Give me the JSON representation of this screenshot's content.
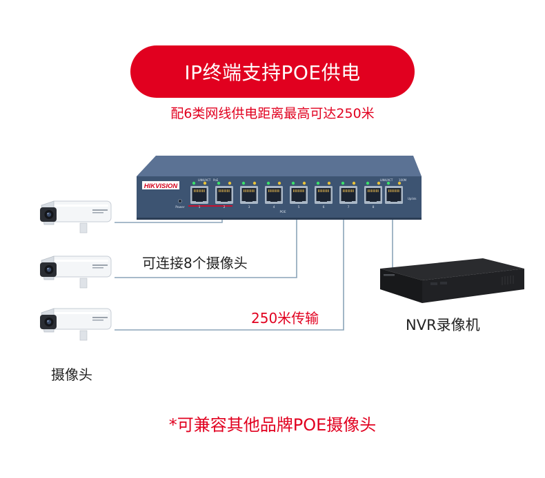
{
  "header": {
    "title": "IP终端支持POE供电",
    "subtitle": "配6类网线供电距离最高可达250米"
  },
  "switch": {
    "brand": "HIKVISION",
    "power_label": "Power",
    "linkact_label": "LINK/ACT",
    "poe_label": "PoE",
    "uplink_linkact_label": "LINK/ACT",
    "speed_label": "100M",
    "uplink_label": "Uplink",
    "poe_group_label": "POE",
    "port_numbers": [
      "1",
      "2",
      "3",
      "4",
      "5",
      "6",
      "7",
      "8"
    ],
    "body_color": "#3d5472",
    "top_color": "#5b7294"
  },
  "labels": {
    "count": "可连接8个摄像头",
    "distance": "250米传输",
    "nvr": "NVR录像机",
    "camera": "摄像头"
  },
  "footer": {
    "note": "*可兼容其他品牌POE摄像头"
  },
  "colors": {
    "accent": "#e1001f",
    "cable": "#8aa4b8"
  }
}
